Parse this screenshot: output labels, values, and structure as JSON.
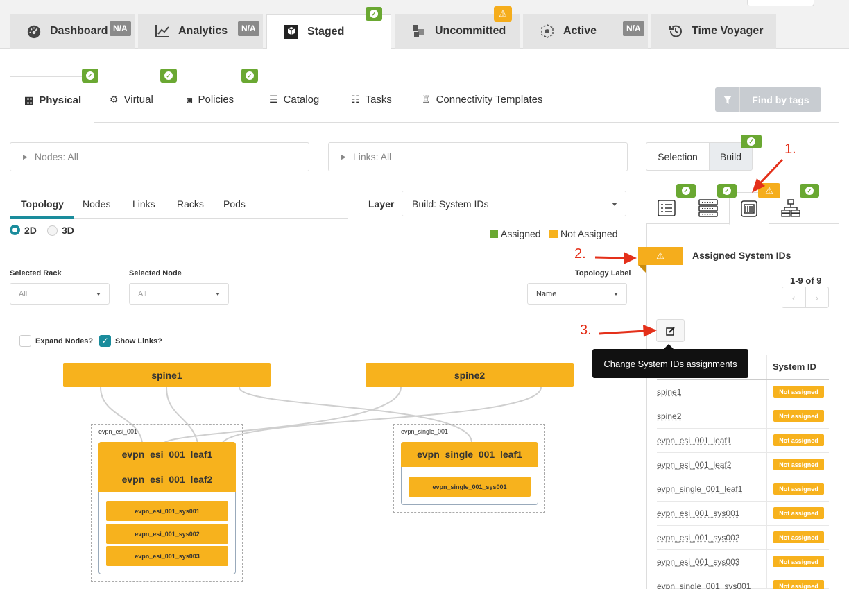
{
  "top_tabs": [
    {
      "label": "Dashboard",
      "badge": "N/A"
    },
    {
      "label": "Analytics",
      "badge": "N/A"
    },
    {
      "label": "Staged"
    },
    {
      "label": "Uncommitted"
    },
    {
      "label": "Active",
      "badge": "N/A"
    },
    {
      "label": "Time Voyager"
    }
  ],
  "sub_tabs": [
    "Physical",
    "Virtual",
    "Policies",
    "Catalog",
    "Tasks",
    "Connectivity Templates"
  ],
  "find_by_tags": "Find by tags",
  "filters": {
    "nodes": "Nodes: All",
    "links": "Links: All"
  },
  "mode_buttons": {
    "selection": "Selection",
    "build": "Build"
  },
  "topology_tabs": [
    "Topology",
    "Nodes",
    "Links",
    "Racks",
    "Pods"
  ],
  "view_modes": {
    "d2": "2D",
    "d3": "3D"
  },
  "layer": {
    "label": "Layer",
    "value": "Build: System IDs"
  },
  "legend": {
    "assigned": "Assigned",
    "not_assigned": "Not Assigned",
    "assigned_color": "#6aa832",
    "not_assigned_color": "#f7b21d"
  },
  "selectors": {
    "rack_label": "Selected Rack",
    "rack_value": "All",
    "node_label": "Selected Node",
    "node_value": "All",
    "topo_label": "Topology Label",
    "topo_value": "Name"
  },
  "checkboxes": {
    "expand": "Expand Nodes?",
    "show_links": "Show Links?"
  },
  "topology": {
    "spines": [
      "spine1",
      "spine2"
    ],
    "groups": [
      {
        "label": "evpn_esi_001",
        "leaves": [
          "evpn_esi_001_leaf1",
          "evpn_esi_001_leaf2"
        ],
        "systems": [
          "evpn_esi_001_sys001",
          "evpn_esi_001_sys002",
          "evpn_esi_001_sys003"
        ]
      },
      {
        "label": "evpn_single_001",
        "leaves": [
          "evpn_single_001_leaf1"
        ],
        "systems": [
          "evpn_single_001_sys001"
        ]
      }
    ]
  },
  "panel": {
    "title": "Assigned System IDs",
    "pagination": "1-9 of 9",
    "tooltip": "Change System IDs assignments",
    "col_system_id": "System ID",
    "rows": [
      {
        "name": "spine1",
        "status": "Not assigned"
      },
      {
        "name": "spine2",
        "status": "Not assigned"
      },
      {
        "name": "evpn_esi_001_leaf1",
        "status": "Not assigned"
      },
      {
        "name": "evpn_esi_001_leaf2",
        "status": "Not assigned"
      },
      {
        "name": "evpn_single_001_leaf1",
        "status": "Not assigned"
      },
      {
        "name": "evpn_esi_001_sys001",
        "status": "Not assigned"
      },
      {
        "name": "evpn_esi_001_sys002",
        "status": "Not assigned"
      },
      {
        "name": "evpn_esi_001_sys003",
        "status": "Not assigned"
      },
      {
        "name": "evpn_single_001_sys001",
        "status": "Not assigned"
      }
    ]
  },
  "annotations": [
    "1.",
    "2.",
    "3."
  ],
  "colors": {
    "accent": "#1a8c9c",
    "ok": "#6aa832",
    "warn": "#f5ad1c",
    "annotation": "#e4301a"
  }
}
